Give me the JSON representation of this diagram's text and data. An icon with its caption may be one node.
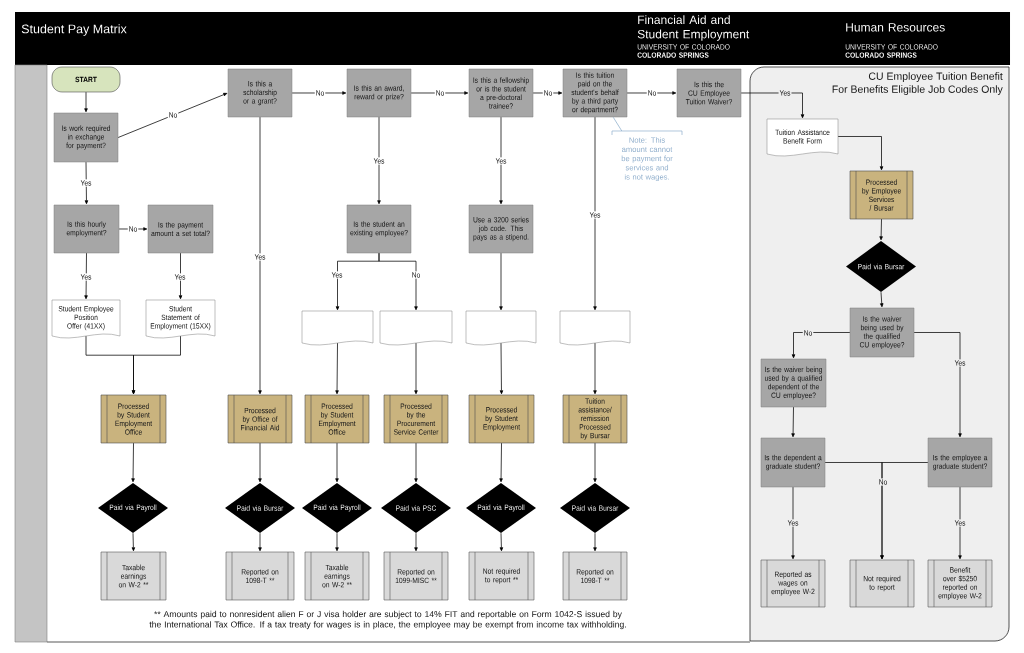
{
  "diagram": {
    "title": "Student Pay Matrix",
    "nodes": [
      {
        "text": [
          "START"
        ]
      },
      {
        "text": [
          "Is work required in exchange for payment?"
        ]
      },
      {
        "text": [
          "Is this a scholarship or a grant?"
        ]
      },
      {
        "text": [
          "Is this an award, reward or prize?"
        ]
      },
      {
        "text": [
          "Is this a fellowship or is the student a pre-doctoral trainee?"
        ]
      },
      {
        "text": [
          "Is this tuition paid on the student's behalf by a third party or department?"
        ]
      },
      {
        "text": [
          "Is this the CU Employee Tuition Waiver?"
        ]
      },
      {
        "text": [
          "Note: This amount cannot be payment for services and is not wages."
        ]
      },
      {
        "text": [
          "Is this hourly employment?"
        ]
      },
      {
        "text": [
          "Is the payment amount a set total?"
        ]
      },
      {
        "text": [
          "Is the student an existing employee?"
        ]
      },
      {
        "text": [
          "Use a 3200 series job code. This pays as a stipend."
        ]
      },
      {
        "text": [
          "Student Employee Position Offer (41XX)"
        ]
      },
      {
        "text": [
          "Student Statement of Employment (15XX)"
        ]
      },
      {
        "text": [],
        "shape": "document"
      },
      {
        "text": [],
        "shape": "document"
      },
      {
        "text": [],
        "shape": "document"
      },
      {
        "text": [],
        "shape": "document"
      },
      {
        "text": [
          "Processed by Student Employment Office"
        ]
      },
      {
        "text": [
          "Processed by Office of Financial Aid"
        ]
      },
      {
        "text": [
          "Processed by Student Employment Office"
        ]
      },
      {
        "text": [
          "Processed by the Procurement Service Center"
        ]
      },
      {
        "text": [
          "Processed by Student Employment"
        ]
      },
      {
        "text": [
          "Tuition assistance/ remission Processed by Bursar"
        ]
      },
      {
        "text": [
          "Paid via Payroll"
        ]
      },
      {
        "text": [
          "Paid via Bursar"
        ]
      },
      {
        "text": [
          "Paid via Payroll"
        ]
      },
      {
        "text": [
          "Paid via PSC"
        ]
      },
      {
        "text": [
          "Paid via Payroll"
        ]
      },
      {
        "text": [
          "Paid via Bursar"
        ]
      },
      {
        "text": [
          "Taxable earnings on W-2 **"
        ]
      },
      {
        "text": [
          "Reported on 1098-T **"
        ]
      },
      {
        "text": [
          "Taxable earnings on W-2 **"
        ]
      },
      {
        "text": [
          "Reported on 1099-MISC **"
        ]
      },
      {
        "text": [
          "Not required to report **"
        ]
      },
      {
        "text": [
          "Reported on 1098-T **"
        ]
      },
      {
        "text": [
          "CU Employee Tuition Benefit",
          "For Benefits Eligible Job Codes Only"
        ]
      },
      {
        "text": [
          "Tuition Assistance Benefit Form"
        ],
        "in": 36
      },
      {
        "text": [
          "Processed by Employee Services / Bursar"
        ],
        "in": 36
      },
      {
        "text": [
          "Paid via Bursar"
        ],
        "in": 36
      },
      {
        "text": [
          "Is the waiver being used by the qualified CU employee?"
        ],
        "in": 36
      },
      {
        "text": [
          "Is the waiver being used by a qualified dependent of the CU employee?"
        ],
        "in": 36
      },
      {
        "text": [
          "Is the dependent a graduate student?"
        ],
        "in": 36
      },
      {
        "text": [
          "Is the employee a graduate student?"
        ],
        "in": 36
      },
      {
        "text": [
          "Reported as wages on employee W-2"
        ],
        "in": 36
      },
      {
        "text": [
          "Not required to report"
        ],
        "in": 36
      },
      {
        "text": [
          "Benefit over $5250 reported on employee W-2"
        ],
        "in": 36
      }
    ],
    "edges": [
      {
        "from": 0,
        "to": 1,
        "arrow": "to"
      },
      {
        "from": 1,
        "to": 2,
        "arrow": "to",
        "label": "No"
      },
      {
        "from": 2,
        "to": 3,
        "arrow": "to",
        "label": "No"
      },
      {
        "from": 3,
        "to": 4,
        "arrow": "to",
        "label": "No"
      },
      {
        "from": 4,
        "to": 5,
        "arrow": "to",
        "label": "No"
      },
      {
        "from": 5,
        "to": 6,
        "arrow": "to",
        "label": "No"
      },
      {
        "from": 6,
        "to": 37,
        "arrow": "to",
        "label": "Yes"
      },
      {
        "from": 7,
        "to": 5,
        "arrow": "none",
        "color": "#8eadcb"
      },
      {
        "from": 1,
        "to": 8,
        "arrow": "to",
        "label": "Yes"
      },
      {
        "from": 8,
        "to": 9,
        "arrow": "to",
        "label": "No"
      },
      {
        "from": 8,
        "to": 12,
        "arrow": "to",
        "label": "Yes"
      },
      {
        "from": 9,
        "to": 13,
        "arrow": "to",
        "label": "Yes"
      },
      {
        "from": 2,
        "to": 19,
        "arrow": "to",
        "label": "Yes"
      },
      {
        "from": 3,
        "to": 10,
        "arrow": "to",
        "label": "Yes"
      },
      {
        "from": 10,
        "to": 14,
        "arrow": "to",
        "label": "Yes"
      },
      {
        "from": 10,
        "to": 15,
        "arrow": "to",
        "label": "No"
      },
      {
        "from": 4,
        "to": 11,
        "arrow": "to",
        "label": "Yes"
      },
      {
        "from": 11,
        "to": 16,
        "arrow": "to"
      },
      {
        "from": 5,
        "to": 17,
        "arrow": "to",
        "label": "Yes"
      },
      {
        "from": 12,
        "to": 18,
        "arrow": "to"
      },
      {
        "from": 13,
        "to": 18,
        "arrow": "to"
      },
      {
        "from": 14,
        "to": 20,
        "arrow": "to"
      },
      {
        "from": 15,
        "to": 21,
        "arrow": "to"
      },
      {
        "from": 16,
        "to": 22,
        "arrow": "to"
      },
      {
        "from": 17,
        "to": 23,
        "arrow": "to"
      },
      {
        "from": 18,
        "to": 24,
        "arrow": "to"
      },
      {
        "from": 19,
        "to": 25,
        "arrow": "to"
      },
      {
        "from": 20,
        "to": 26,
        "arrow": "to"
      },
      {
        "from": 21,
        "to": 27,
        "arrow": "to"
      },
      {
        "from": 22,
        "to": 28,
        "arrow": "to"
      },
      {
        "from": 23,
        "to": 29,
        "arrow": "to"
      },
      {
        "from": 24,
        "to": 30,
        "arrow": "to"
      },
      {
        "from": 25,
        "to": 31,
        "arrow": "to"
      },
      {
        "from": 26,
        "to": 32,
        "arrow": "to"
      },
      {
        "from": 27,
        "to": 33,
        "arrow": "to"
      },
      {
        "from": 28,
        "to": 34,
        "arrow": "to"
      },
      {
        "from": 29,
        "to": 35,
        "arrow": "to"
      },
      {
        "from": 37,
        "to": 38,
        "arrow": "to"
      },
      {
        "from": 38,
        "to": 39,
        "arrow": "to"
      },
      {
        "from": 39,
        "to": 40,
        "arrow": "to"
      },
      {
        "from": 40,
        "to": 41,
        "arrow": "to",
        "label": "No"
      },
      {
        "from": 40,
        "to": 43,
        "arrow": "to",
        "label": "Yes"
      },
      {
        "from": 41,
        "to": 42,
        "arrow": "to"
      },
      {
        "from": 42,
        "to": 44,
        "arrow": "to",
        "label": "Yes"
      },
      {
        "from": 43,
        "to": 46,
        "arrow": "to",
        "label": "Yes"
      },
      {
        "from": 42,
        "to": 45,
        "arrow": "to",
        "label": "No"
      },
      {
        "from": 43,
        "to": 45,
        "arrow": "to"
      }
    ],
    "labels": [
      "Financial Aid and Student Employment",
      "UNIVERSITY OF COLORADO **COLORADO SPRINGS**",
      "Human Resources",
      "UNIVERSITY OF COLORADO **COLORADO SPRINGS**",
      "** Amounts paid to nonresident alien F or J visa holder are subject to 14% FIT and reportable on Form 1042-S issued by the International Tax Office. If a tax treaty for wages is in place, the employee may be exempt from income tax withholding."
    ]
  }
}
